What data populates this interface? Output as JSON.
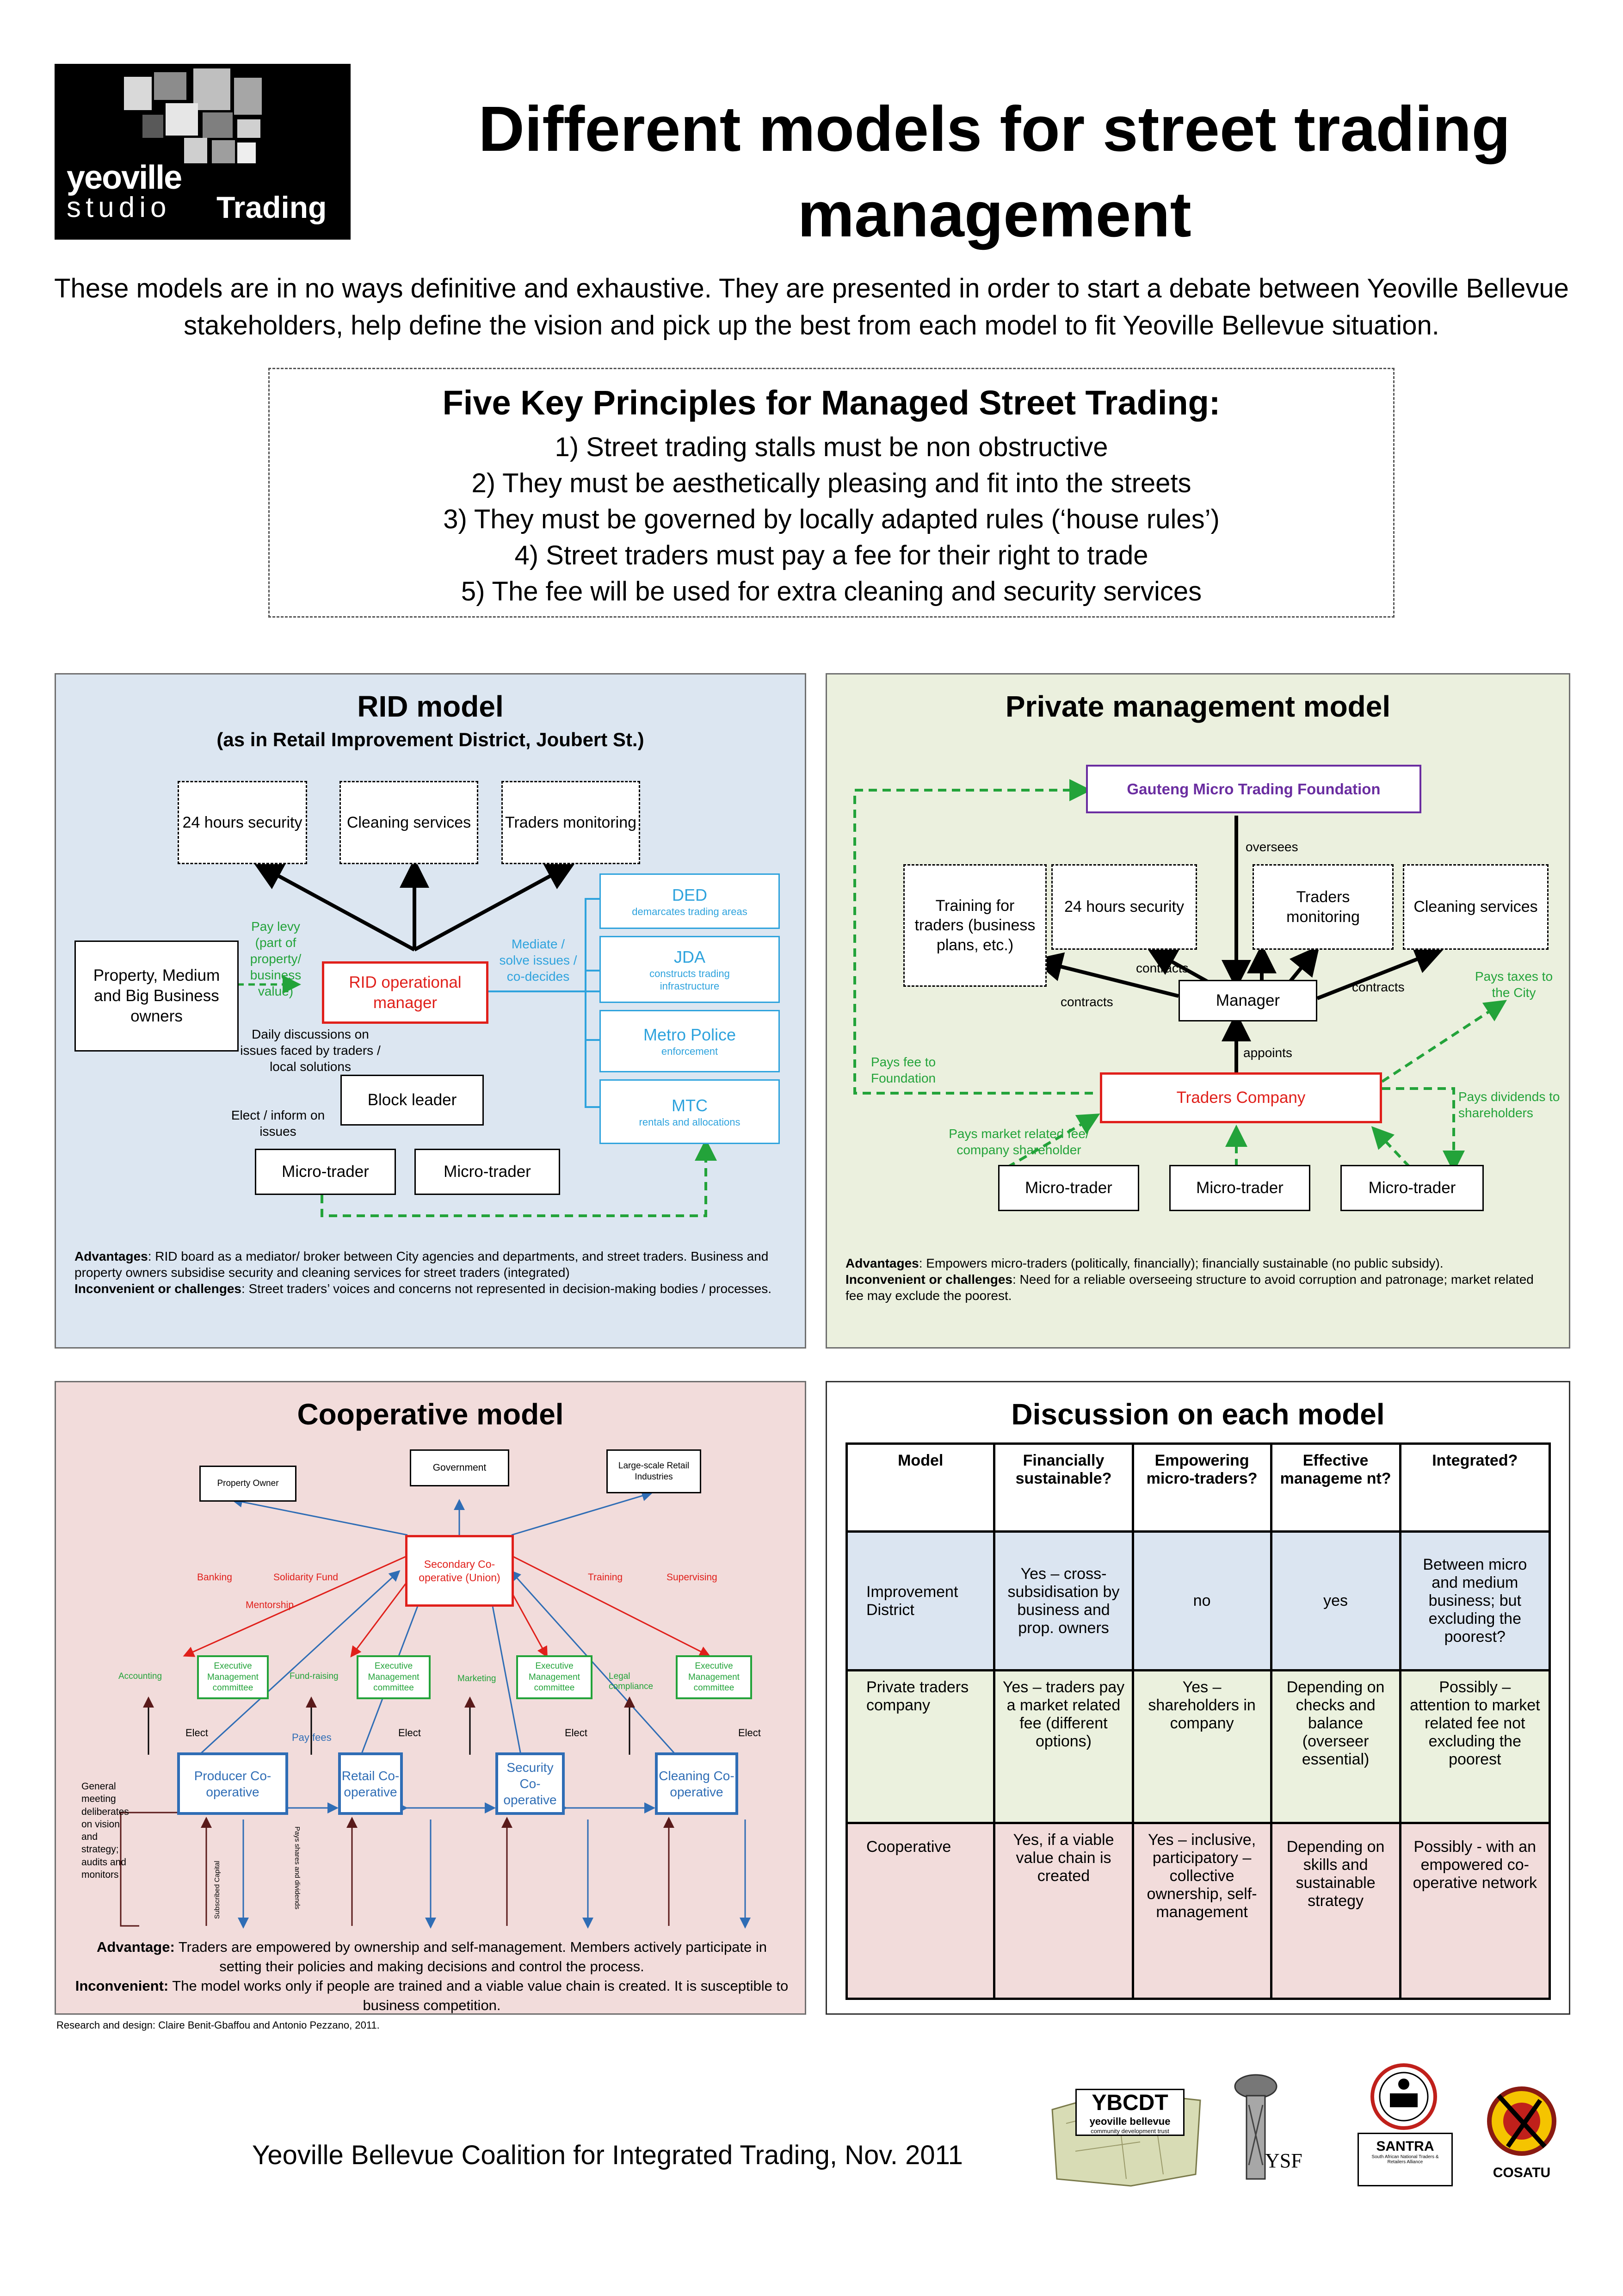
{
  "header": {
    "logo": {
      "line1": "yeoville",
      "line2": "studio",
      "line3": "Trading"
    },
    "title_line1": "Different models for street trading",
    "title_line2": "management",
    "intro_line1": "These models are in no ways definitive and exhaustive. They are presented in order to start a debate between Yeoville Bellevue",
    "intro_line2": "stakeholders, help define the vision and pick up the best from each model to fit Yeoville Bellevue situation."
  },
  "principles": {
    "title": "Five Key Principles for Managed Street Trading:",
    "items": [
      "1) Street trading stalls must be non obstructive",
      "2) They must be aesthetically pleasing and fit into the streets",
      "3) They must be governed by locally adapted rules (‘house rules’)",
      "4) Street traders must pay a fee for their right to trade",
      "5) The fee will be used for extra cleaning and security services"
    ]
  },
  "rid": {
    "title": "RID model",
    "subtitle": "(as in Retail Improvement District, Joubert St.)",
    "top_boxes": [
      "24 hours security",
      "Cleaning services",
      "Traders monitoring"
    ],
    "owners": "Property, Medium and Big Business owners",
    "pay_levy": "Pay levy (part of property/ business value)",
    "manager": "RID operational manager",
    "mediate": "Mediate / solve issues / co-decides",
    "agencies": [
      {
        "name": "DED",
        "sub": "demarcates trading areas"
      },
      {
        "name": "JDA",
        "sub": "constructs trading infrastructure"
      },
      {
        "name": "Metro Police",
        "sub": "enforcement"
      },
      {
        "name": "MTC",
        "sub": "rentals and allocations"
      }
    ],
    "daily": "Daily discussions on issues faced by traders / local solutions",
    "block_leader": "Block leader",
    "elect": "Elect / inform on issues",
    "traders": [
      "Micro-trader",
      "Micro-trader"
    ],
    "adv_label": "Advantages",
    "adv_text": ": RID board as a mediator/ broker between City agencies and departments, and street traders. Business and property owners subsidise security and cleaning services for street traders  (integrated)",
    "inc_label": "Inconvenient or challenges",
    "inc_text": ": Street traders’ voices and concerns not represented in decision-making bodies / processes."
  },
  "private": {
    "title": "Private management model",
    "foundation": "Gauteng Micro Trading Foundation",
    "oversees": "oversees",
    "boxes": [
      "Training for traders (business plans, etc.)",
      "24 hours security",
      "Traders monitoring",
      "Cleaning services"
    ],
    "contracts": [
      "contracts",
      "contracts",
      "contracts"
    ],
    "manager": "Manager",
    "appoints": "appoints",
    "pays_fee": "Pays fee to Foundation",
    "pays_taxes": "Pays taxes to the City",
    "pays_dividends": "Pays dividends to shareholders",
    "company": "Traders Company",
    "pays_market": "Pays market related fee/ company shareholder",
    "traders": [
      "Micro-trader",
      "Micro-trader",
      "Micro-trader"
    ],
    "adv_label": "Advantages",
    "adv_text": ": Empowers micro-traders (politically, financially); financially sustainable (no public subsidy).",
    "inc_label": "Inconvenient or challenges",
    "inc_text": ": Need for a reliable overseeing structure to avoid corruption and patronage; market related fee may exclude the poorest."
  },
  "coop": {
    "title": "Cooperative model",
    "property_owner": "Property Owner",
    "government": "Government",
    "large_retail": "Large-scale Retail Industries",
    "secondary": "Secondary Co-operative (Union)",
    "red_labels": [
      "Banking",
      "Solidarity Fund",
      "Mentorship",
      "Training",
      "Supervising"
    ],
    "exec": "Executive Management committee",
    "green_labels": [
      "Accounting",
      "Fund-raising",
      "Marketing",
      "Legal compliance"
    ],
    "elect": "Elect",
    "pay_fees": "Pay fees",
    "coops": [
      "Producer Co-operative",
      "Retail Co-operative",
      "Security Co-operative",
      "Cleaning Co-operative"
    ],
    "general_meeting": "General meeting deliberates on vision and strategy; audits and monitors",
    "subscribed": "Subscribed Capital",
    "pays_shares": "Pays shares and dividends",
    "adv_label": "Advantage:",
    "adv_text": " Traders are empowered by ownership and self-management. Members actively participate in setting their policies and making decisions and control the process.",
    "inc_label": "Inconvenient:",
    "inc_text": " The model works only if people are trained and a viable value chain is created. It is susceptible to business competition.",
    "credit": "Research and design: Claire Benit-Gbaffou and Antonio Pezzano, 2011."
  },
  "discussion": {
    "title": "Discussion on each model",
    "headers": [
      "Model",
      "Financially sustainable?",
      "Empowering micro-traders?",
      "Effective manageme nt?",
      "Integrated?"
    ],
    "rows": [
      {
        "cells": [
          "Improvement District",
          "Yes – cross-subsidisation by business and prop. owners",
          "no",
          "yes",
          "Between micro and medium business; but excluding the poorest?"
        ]
      },
      {
        "cells": [
          "Private traders company",
          "Yes – traders pay a market related fee (different options)",
          "Yes – shareholders in company",
          "Depending on checks and balance (overseer essential)",
          "Possibly – attention to market related fee not excluding the poorest"
        ]
      },
      {
        "cells": [
          "Cooperative",
          "Yes, if a viable value chain is created",
          "Yes – inclusive, participatory – collective ownership, self-management",
          "Depending on skills and sustainable strategy",
          "Possibly - with an empowered co-operative network"
        ]
      }
    ],
    "row_colors": [
      "#dbe5f1",
      "#ebf1de",
      "#f2dcdb"
    ]
  },
  "footer": {
    "text": "Yeoville Bellevue Coalition for Integrated Trading, Nov. 2011",
    "logos": {
      "ybcdt": "YBCDT",
      "ybcdt_sub1": "yeoville bellevue",
      "ybcdt_sub2": "community development trust",
      "ysf": "YSF",
      "santra": "SANTRA",
      "santra_sub": "South African National Traders & Retailers Alliance",
      "cosatu": "COSATU"
    }
  },
  "colors": {
    "rid_bg": "#dce6f1",
    "private_bg": "#ebf0de",
    "coop_bg": "#f2dcdb",
    "green": "#23a33a",
    "blue": "#2fa3dd",
    "red": "#e0201b",
    "coop_blue": "#2f6db5"
  }
}
